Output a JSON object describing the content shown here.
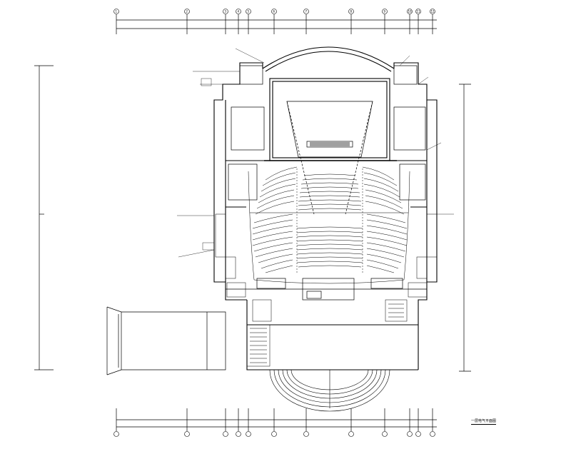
{
  "drawing_title": "一层电气平面图",
  "axis_labels": [
    "1",
    "2",
    "3",
    "4",
    "5",
    "6",
    "7",
    "8",
    "9",
    "10",
    "11",
    "12"
  ],
  "line_color": "#000000"
}
